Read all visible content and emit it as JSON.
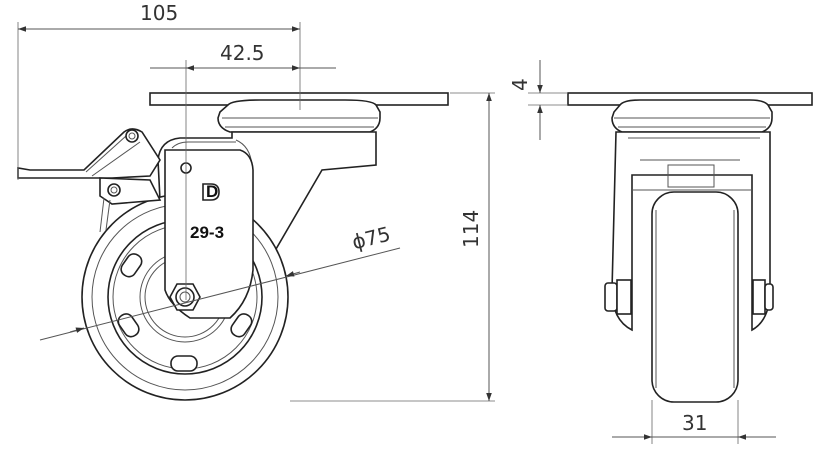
{
  "dimensions": {
    "overall_offset": "105",
    "swivel_offset": "42.5",
    "wheel_diameter": "ϕ75",
    "overall_height": "114",
    "plate_thickness": "4",
    "wheel_width": "31"
  },
  "labels": {
    "model_code": "29-3",
    "logo_letter": "D"
  }
}
